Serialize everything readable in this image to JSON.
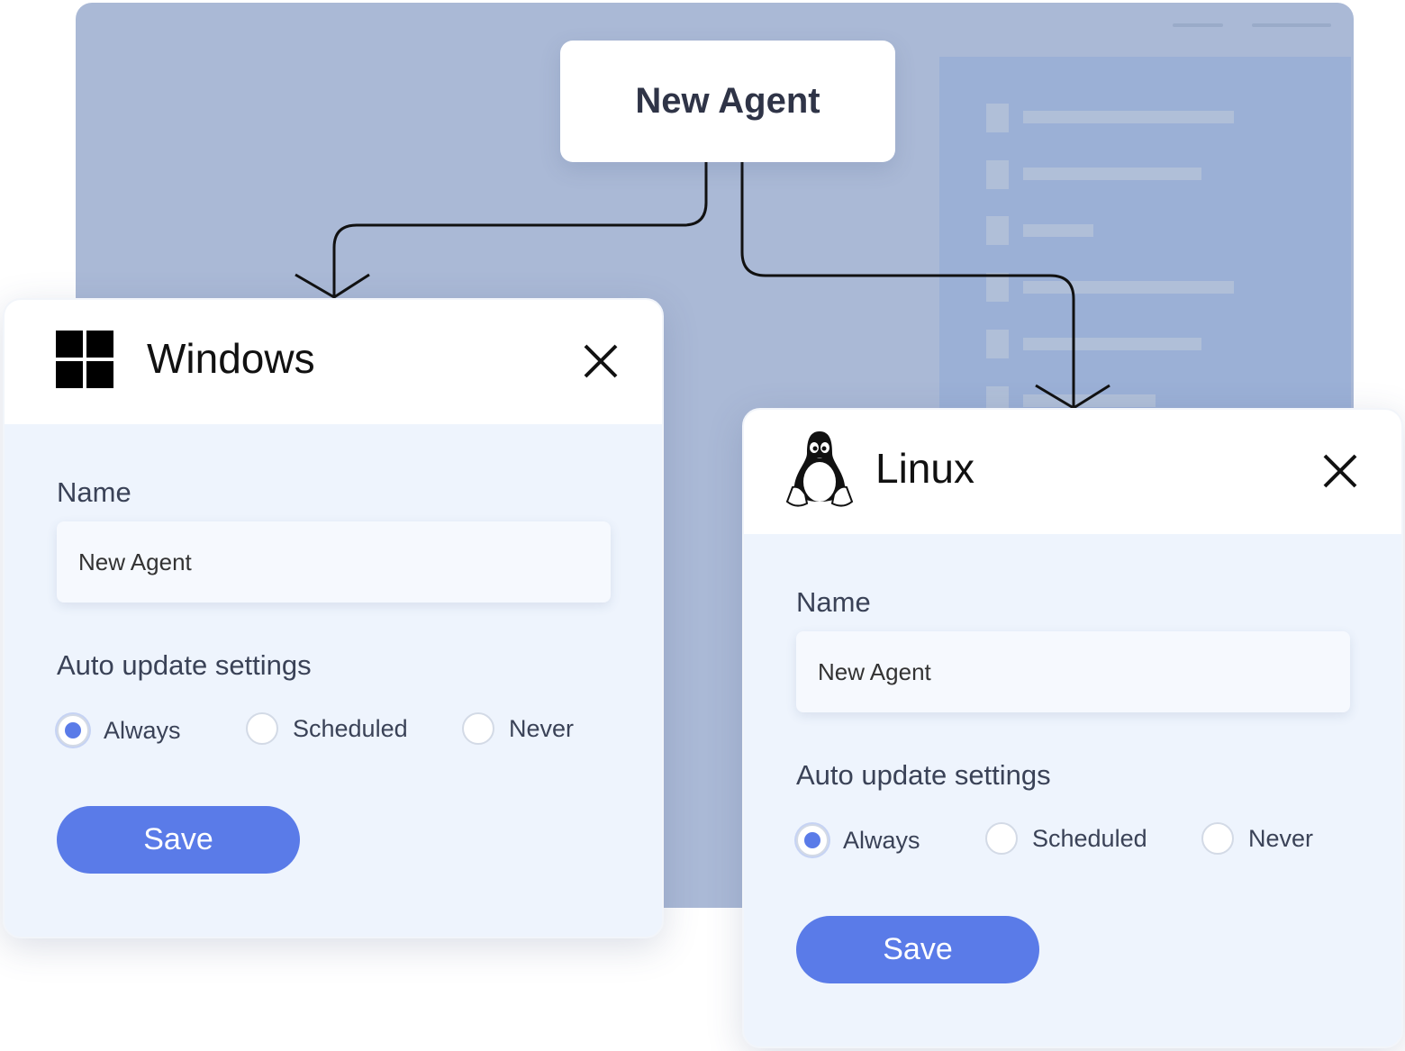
{
  "flow": {
    "source_label": "New Agent"
  },
  "cards": [
    {
      "os": "Windows",
      "logo_icon": "windows-logo-icon",
      "name_label": "Name",
      "name_value": "New Agent",
      "auto_update_label": "Auto update settings",
      "options": [
        "Always",
        "Scheduled",
        "Never"
      ],
      "selected": "Always",
      "save_label": "Save"
    },
    {
      "os": "Linux",
      "logo_icon": "tux-penguin-icon",
      "name_label": "Name",
      "name_value": "New Agent",
      "auto_update_label": "Auto update settings",
      "options": [
        "Always",
        "Scheduled",
        "Never"
      ],
      "selected": "Always",
      "save_label": "Save"
    }
  ],
  "colors": {
    "accent": "#5a7be8",
    "background_window": "#aab9d6",
    "card_body": "#eef4fd"
  }
}
